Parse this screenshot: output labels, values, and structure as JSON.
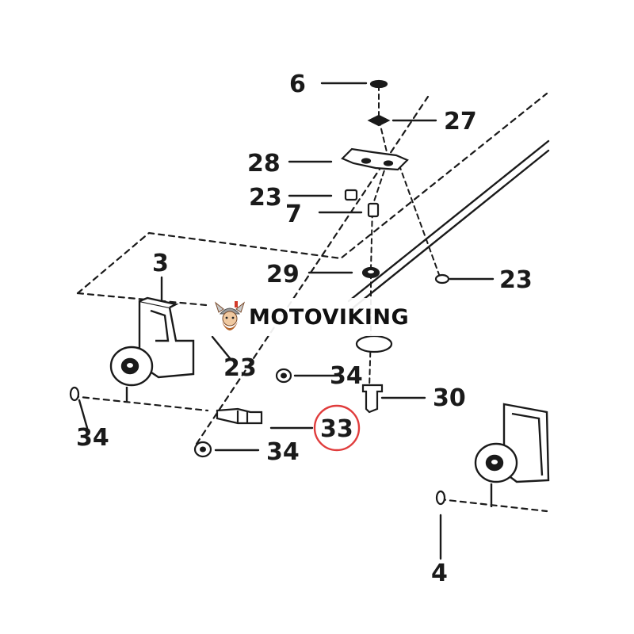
{
  "brand": {
    "text": "MOTOVIKING"
  },
  "callouts": {
    "c6": "6",
    "c27": "27",
    "c28": "28",
    "c23a": "23",
    "c7": "7",
    "c29": "29",
    "c23b": "23",
    "c3": "3",
    "c23c": "23",
    "c34a": "34",
    "c30": "30",
    "c33": "33",
    "c34b": "34",
    "c34c": "34",
    "c4": "4"
  },
  "colors": {
    "ink": "#1a1a1a",
    "highlight": "#e03c3c",
    "background": "#ffffff"
  }
}
